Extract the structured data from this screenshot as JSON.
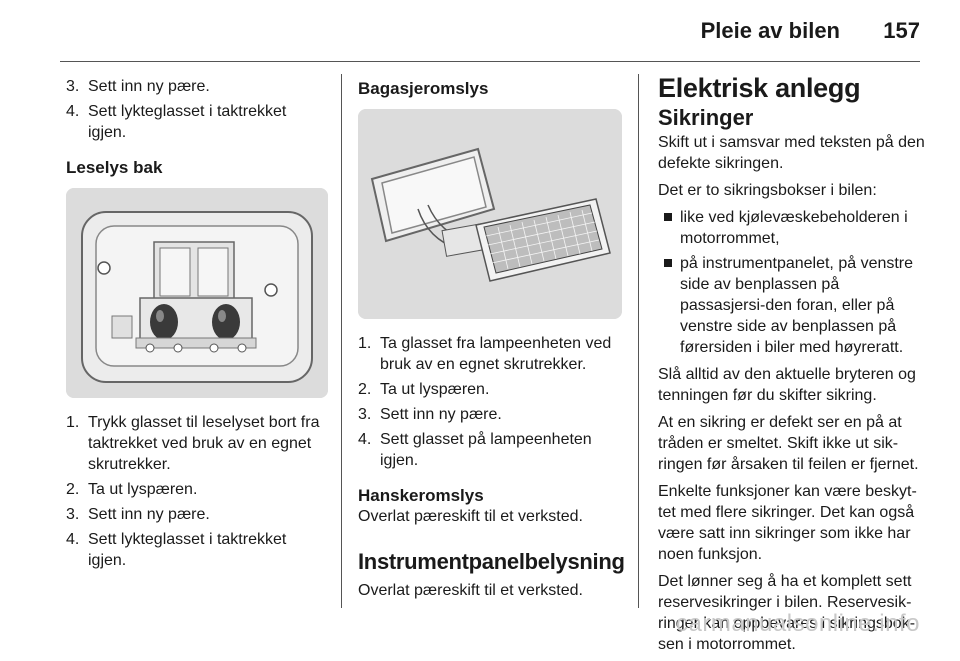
{
  "header": {
    "title": "Pleie av bilen",
    "page_number": "157"
  },
  "col1": {
    "steps_top": [
      {
        "n": "3.",
        "text": "Sett inn ny pære."
      },
      {
        "n": "4.",
        "text": "Sett lykteglasset i taktrekket igjen."
      }
    ],
    "heading": "Leselys bak",
    "steps": [
      {
        "n": "1.",
        "text": "Trykk glasset til leselyset bort fra taktrekket ved bruk av en egnet skrutrekker."
      },
      {
        "n": "2.",
        "text": "Ta ut lyspæren."
      },
      {
        "n": "3.",
        "text": "Sett inn ny pære."
      },
      {
        "n": "4.",
        "text": "Sett lykteglasset i taktrekket igjen."
      }
    ]
  },
  "col2": {
    "heading": "Bagasjeromslys",
    "steps": [
      {
        "n": "1.",
        "text": "Ta glasset fra lampeenheten ved bruk av en egnet skrutrekker."
      },
      {
        "n": "2.",
        "text": "Ta ut lyspæren."
      },
      {
        "n": "3.",
        "text": "Sett inn ny pære."
      },
      {
        "n": "4.",
        "text": "Sett glasset på lampeenheten igjen."
      }
    ],
    "glovebox_heading": "Hanskeromslys",
    "glovebox_text": "Overlat pæreskift til et verksted.",
    "panel_heading": "Instrumentpanelbelysning",
    "panel_text": "Overlat pæreskift til et verksted."
  },
  "col3": {
    "heading": "Elektrisk anlegg",
    "subheading": "Sikringer",
    "p1": "Skift ut i samsvar med teksten på den defekte sikringen.",
    "p2": "Det er to sikringsbokser i bilen:",
    "bullets": [
      "like ved kjølevæskebeholderen i motorrommet,",
      "på instrumentpanelet, på venstre side av benplassen på passasjersi-den foran, eller på venstre side av benplassen på førersiden i biler med høyreratt."
    ],
    "p3": "Slå alltid av den aktuelle bryteren og tenningen før du skifter sikring.",
    "p4": "At en sikring er defekt ser en på at tråden er smeltet. Skift ikke ut sik-ringen før årsaken til feilen er fjernet.",
    "p5": "Enkelte funksjoner kan være beskyt-tet med flere sikringer. Det kan også være satt inn sikringer som ikke har noen funksjon.",
    "p6": "Det lønner seg å ha et komplett sett reservesikringer i bilen. Reservesik-ringer kan oppbevares i sikringsbok-sen i motorrommet."
  },
  "watermark": "carmanualsonline.info"
}
